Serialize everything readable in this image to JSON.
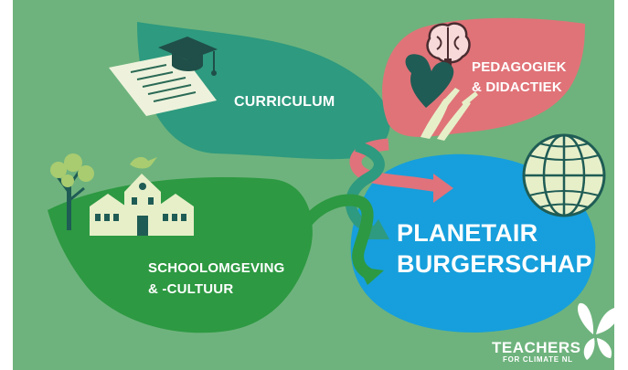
{
  "diagram": {
    "nodes": {
      "curriculum": {
        "label": "CURRICULUM",
        "color": "#2e9a7f"
      },
      "pedagogiek": {
        "line1": "PEDAGOGIEK",
        "line2": "& DIDACTIEK",
        "color": "#e07378"
      },
      "school": {
        "line1": "SCHOOLOMGEVING",
        "line2": "& -CULTUUR",
        "color": "#2d9942"
      },
      "planetair": {
        "line1": "PLANETAIR",
        "line2": "BURGERSCHAP",
        "color": "#169fdc"
      }
    },
    "icons": [
      "diploma-icon",
      "graduation-cap-icon",
      "brain-icon",
      "heart-icon",
      "hands-icon",
      "tree-icon",
      "bird-icon",
      "school-building-icon",
      "globe-icon",
      "butterfly-icon"
    ]
  },
  "brand": {
    "main": "TEACHERS",
    "sub": "FOR CLIMATE NL"
  },
  "colors": {
    "background": "#6eb37d",
    "ribbon_pink": "#e0727b",
    "ribbon_teal": "#2e9a7f",
    "ribbon_green": "#2d9942",
    "cream": "#e7efc9"
  }
}
